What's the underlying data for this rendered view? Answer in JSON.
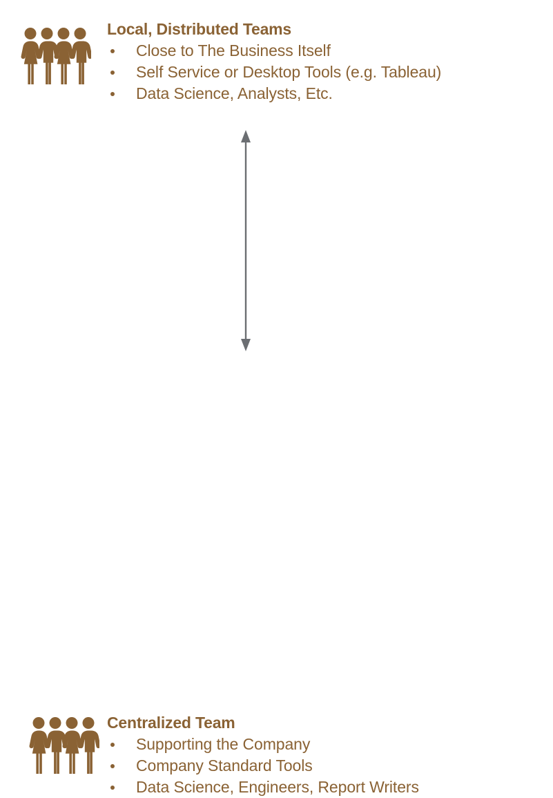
{
  "slide": {
    "background_color": "#ffffff",
    "accent_color": "#8a6234",
    "arrow_color": "#6b6e72"
  },
  "groups": [
    {
      "id": "local",
      "icon": "people-group-icon",
      "title": "Local, Distributed Teams",
      "bullets": [
        "Close to The Business Itself",
        "Self Service or Desktop Tools (e.g. Tableau)",
        "Data Science, Analysts, Etc."
      ]
    },
    {
      "id": "central",
      "icon": "people-group-icon",
      "title": "Centralized Team",
      "bullets": [
        "Supporting the Company",
        "Company Standard Tools",
        "Data Science, Engineers, Report Writers"
      ]
    }
  ],
  "connector": {
    "name": "double-headed-vertical-arrow",
    "direction": "both",
    "color": "#6b6e72"
  }
}
